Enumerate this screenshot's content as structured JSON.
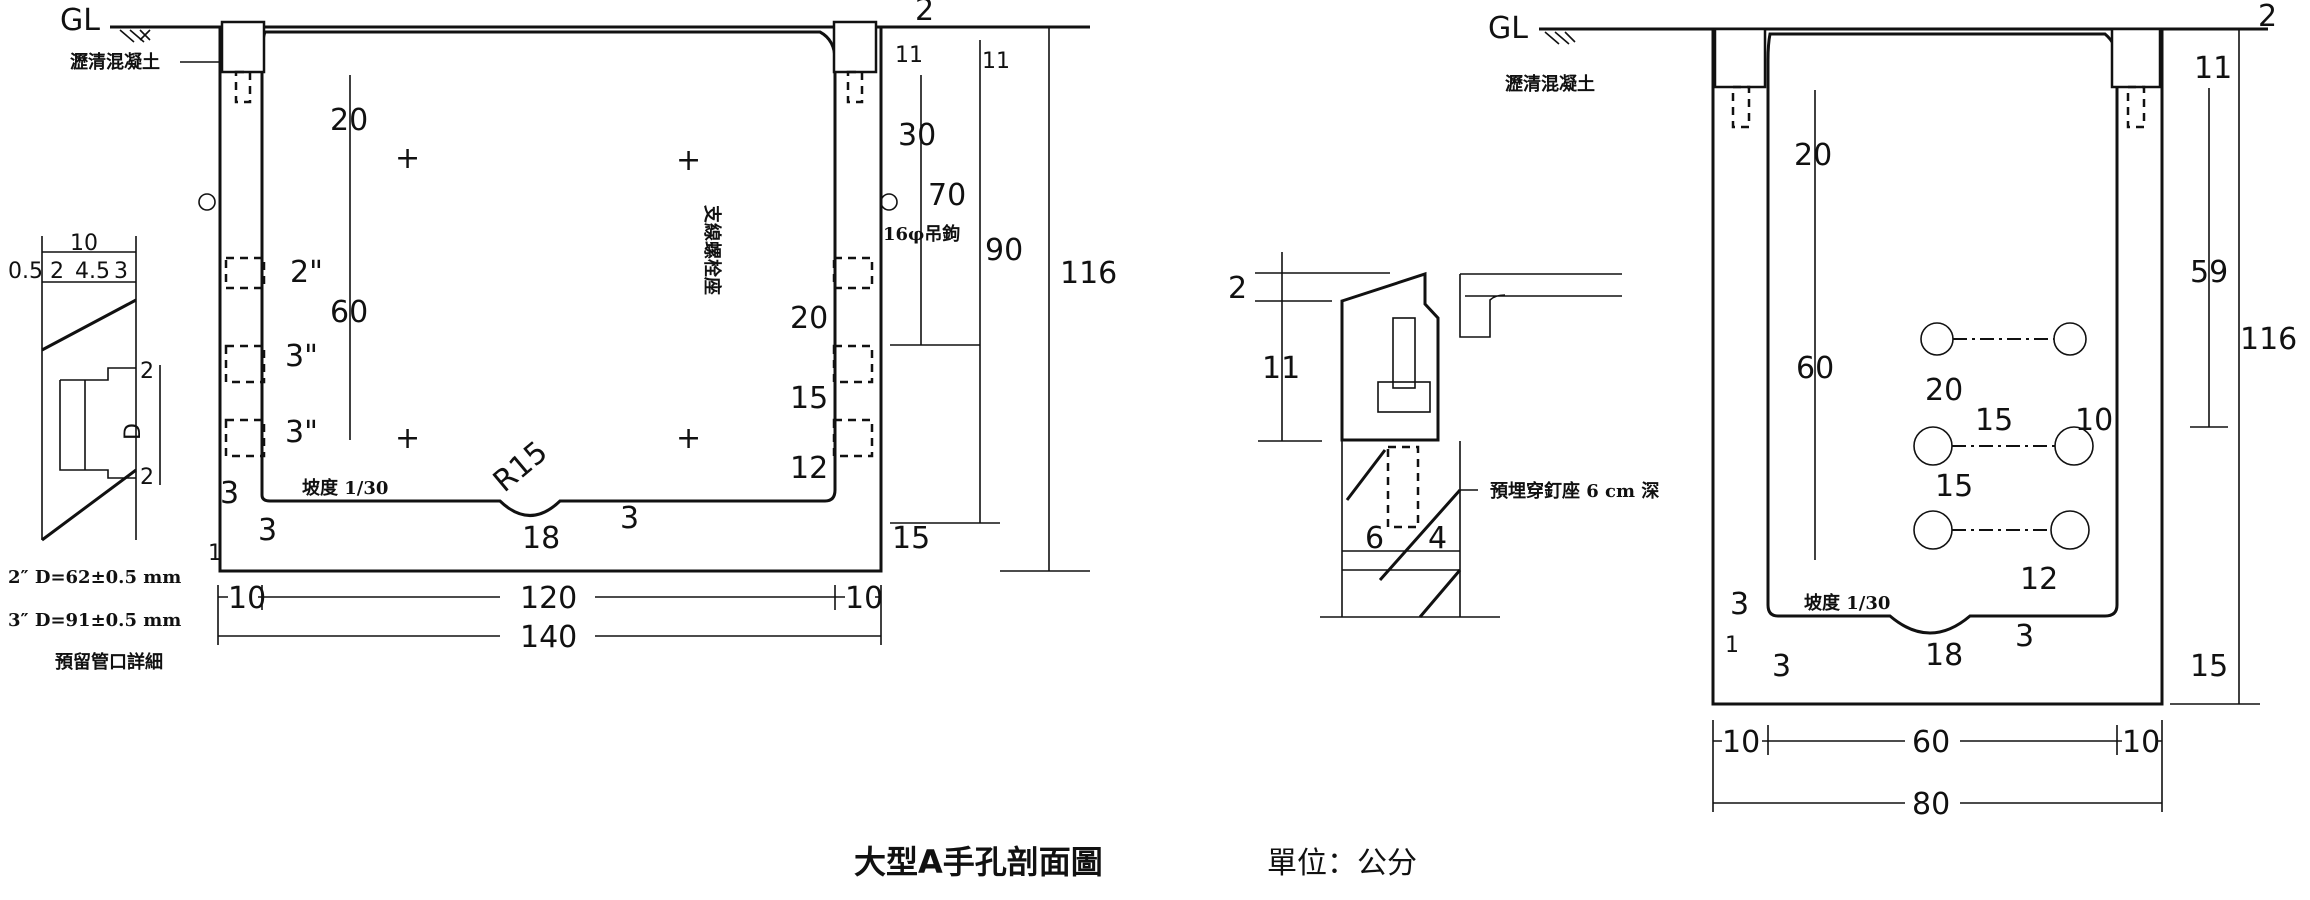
{
  "title": "大型A手孔剖面圖",
  "unit": "單位：公分",
  "left_section": {
    "gl": "GL",
    "asphalt": "瀝清混凝土",
    "hook": "16φ吊鉤",
    "bolt_seat": "支線螺栓座",
    "slope": "坡度 1/30",
    "radius": "R15",
    "dims": {
      "top_gap": "2",
      "d11a": "11",
      "d11b": "11",
      "d30": "30",
      "d70": "70",
      "d90": "90",
      "d116": "116",
      "d20": "20",
      "d60": "60",
      "r20": "20",
      "r15": "15",
      "r12": "12",
      "pipe_2in": "2\"",
      "pipe_3in_a": "3\"",
      "pipe_3in_b": "3\"",
      "l3a": "3",
      "l3b": "3",
      "l1": "1",
      "d18": "18",
      "d3c": "3",
      "d15": "15",
      "w10a": "10",
      "w120": "120",
      "w10b": "10",
      "w140": "140"
    }
  },
  "pipe_detail": {
    "d10": "10",
    "d05": "0.5",
    "d2": "2",
    "d45": "4.5",
    "d3": "3",
    "dD": "D",
    "dt": "2",
    "db": "2",
    "note_2in": "2″ D=62±0.5 mm",
    "note_3in": "3″ D=91±0.5 mm",
    "caption": "預留管口詳細"
  },
  "bolt_detail": {
    "d2": "2",
    "d11": "11",
    "d6": "6",
    "d4": "4",
    "note": "預埋穿釘座 6 cm 深"
  },
  "right_section": {
    "gl": "GL",
    "asphalt": "瀝清混凝土",
    "slope": "坡度 1/30",
    "dims": {
      "top_gap": "2",
      "d11": "11",
      "d59": "59",
      "d116": "116",
      "d20": "20",
      "d60": "60",
      "h20": "20",
      "h15a": "15",
      "h10": "10",
      "h15b": "15",
      "h12": "12",
      "l3a": "3",
      "l1": "1",
      "l3b": "3",
      "d18": "18",
      "d3": "3",
      "d15": "15",
      "w10a": "10",
      "w60": "60",
      "w10b": "10",
      "w80": "80"
    }
  }
}
